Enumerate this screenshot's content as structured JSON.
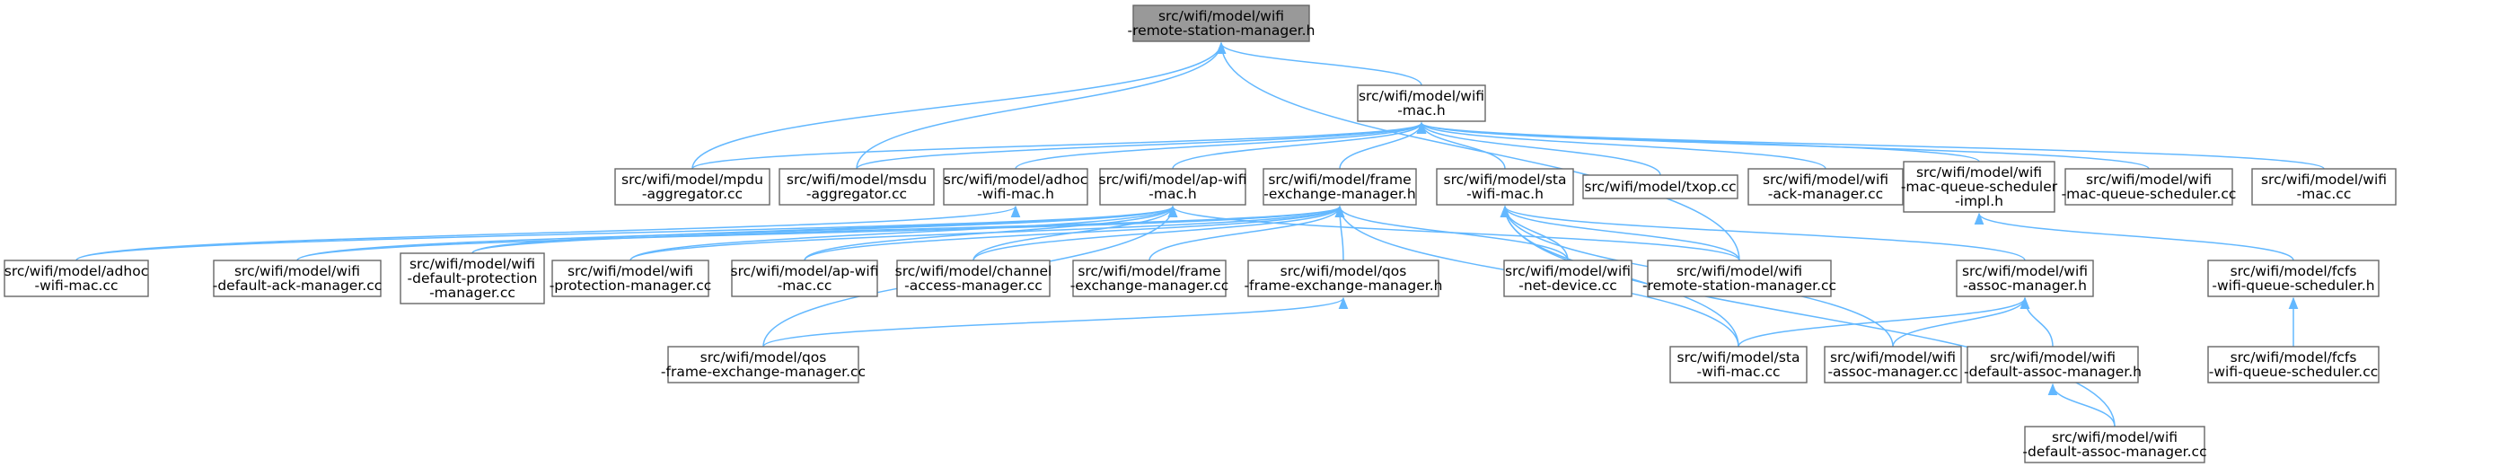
{
  "theme": {
    "edge_color": "#63b8ff",
    "root_fill": "#999999",
    "node_border": "#666666"
  },
  "nodes": {
    "rsm_h": {
      "lines": [
        "src/wifi/model/wifi",
        "-remote-station-manager.h"
      ],
      "root": true
    },
    "mac_h": {
      "lines": [
        "src/wifi/model/wifi",
        "-mac.h"
      ]
    },
    "mpdu_cc": {
      "lines": [
        "src/wifi/model/mpdu",
        "-aggregator.cc"
      ]
    },
    "msdu_cc": {
      "lines": [
        "src/wifi/model/msdu",
        "-aggregator.cc"
      ]
    },
    "adhoc_h": {
      "lines": [
        "src/wifi/model/adhoc",
        "-wifi-mac.h"
      ]
    },
    "apmac_h": {
      "lines": [
        "src/wifi/model/ap-wifi",
        "-mac.h"
      ]
    },
    "fem_h": {
      "lines": [
        "src/wifi/model/frame",
        "-exchange-manager.h"
      ]
    },
    "stamac_h": {
      "lines": [
        "src/wifi/model/sta",
        "-wifi-mac.h"
      ]
    },
    "txop_cc": {
      "lines": [
        "src/wifi/model/txop.cc"
      ]
    },
    "ackmgr_cc": {
      "lines": [
        "src/wifi/model/wifi",
        "-ack-manager.cc"
      ]
    },
    "mqsi_h": {
      "lines": [
        "src/wifi/model/wifi",
        "-mac-queue-scheduler",
        "-impl.h"
      ]
    },
    "mqs_cc": {
      "lines": [
        "src/wifi/model/wifi",
        "-mac-queue-scheduler.cc"
      ]
    },
    "mac_cc": {
      "lines": [
        "src/wifi/model/wifi",
        "-mac.cc"
      ]
    },
    "adhoc_cc": {
      "lines": [
        "src/wifi/model/adhoc",
        "-wifi-mac.cc"
      ]
    },
    "defack_cc": {
      "lines": [
        "src/wifi/model/wifi",
        "-default-ack-manager.cc"
      ]
    },
    "defprot_cc": {
      "lines": [
        "src/wifi/model/wifi",
        "-default-protection",
        "-manager.cc"
      ]
    },
    "prot_cc": {
      "lines": [
        "src/wifi/model/wifi",
        "-protection-manager.cc"
      ]
    },
    "apmac_cc": {
      "lines": [
        "src/wifi/model/ap-wifi",
        "-mac.cc"
      ]
    },
    "channel_cc": {
      "lines": [
        "src/wifi/model/channel",
        "-access-manager.cc"
      ]
    },
    "fem_cc": {
      "lines": [
        "src/wifi/model/frame",
        "-exchange-manager.cc"
      ]
    },
    "qosfem_h": {
      "lines": [
        "src/wifi/model/qos",
        "-frame-exchange-manager.h"
      ]
    },
    "netdev_cc": {
      "lines": [
        "src/wifi/model/wifi",
        "-net-device.cc"
      ]
    },
    "rsm_cc": {
      "lines": [
        "src/wifi/model/wifi",
        "-remote-station-manager.cc"
      ]
    },
    "assoc_h": {
      "lines": [
        "src/wifi/model/wifi",
        "-assoc-manager.h"
      ]
    },
    "fcfs_h": {
      "lines": [
        "src/wifi/model/fcfs",
        "-wifi-queue-scheduler.h"
      ]
    },
    "qosfem_cc": {
      "lines": [
        "src/wifi/model/qos",
        "-frame-exchange-manager.cc"
      ]
    },
    "stamac_cc": {
      "lines": [
        "src/wifi/model/sta",
        "-wifi-mac.cc"
      ]
    },
    "assoc_cc": {
      "lines": [
        "src/wifi/model/wifi",
        "-assoc-manager.cc"
      ]
    },
    "defassoc_h": {
      "lines": [
        "src/wifi/model/wifi",
        "-default-assoc-manager.h"
      ]
    },
    "fcfs_cc": {
      "lines": [
        "src/wifi/model/fcfs",
        "-wifi-queue-scheduler.cc"
      ]
    },
    "defassoc_cc": {
      "lines": [
        "src/wifi/model/wifi",
        "-default-assoc-manager.cc"
      ]
    }
  },
  "edges": [
    [
      "mac_h",
      "rsm_h"
    ],
    [
      "mpdu_cc",
      "rsm_h"
    ],
    [
      "msdu_cc",
      "rsm_h"
    ],
    [
      "rsm_cc",
      "rsm_h"
    ],
    [
      "mpdu_cc",
      "mac_h"
    ],
    [
      "msdu_cc",
      "mac_h"
    ],
    [
      "adhoc_h",
      "mac_h"
    ],
    [
      "apmac_h",
      "mac_h"
    ],
    [
      "fem_h",
      "mac_h"
    ],
    [
      "stamac_h",
      "mac_h"
    ],
    [
      "txop_cc",
      "mac_h"
    ],
    [
      "ackmgr_cc",
      "mac_h"
    ],
    [
      "mqsi_h",
      "mac_h"
    ],
    [
      "mqs_cc",
      "mac_h"
    ],
    [
      "mac_cc",
      "mac_h"
    ],
    [
      "adhoc_cc",
      "adhoc_h"
    ],
    [
      "adhoc_cc",
      "apmac_h"
    ],
    [
      "defack_cc",
      "apmac_h"
    ],
    [
      "defprot_cc",
      "apmac_h"
    ],
    [
      "prot_cc",
      "apmac_h"
    ],
    [
      "apmac_cc",
      "apmac_h"
    ],
    [
      "channel_cc",
      "apmac_h"
    ],
    [
      "qosfem_cc",
      "apmac_h"
    ],
    [
      "rsm_cc",
      "apmac_h"
    ],
    [
      "defack_cc",
      "fem_h"
    ],
    [
      "defprot_cc",
      "fem_h"
    ],
    [
      "prot_cc",
      "fem_h"
    ],
    [
      "apmac_cc",
      "fem_h"
    ],
    [
      "channel_cc",
      "fem_h"
    ],
    [
      "fem_cc",
      "fem_h"
    ],
    [
      "qosfem_h",
      "fem_h"
    ],
    [
      "netdev_cc",
      "fem_h"
    ],
    [
      "stamac_cc",
      "fem_h"
    ],
    [
      "netdev_cc",
      "stamac_h"
    ],
    [
      "rsm_cc",
      "stamac_h"
    ],
    [
      "assoc_h",
      "stamac_h"
    ],
    [
      "stamac_cc",
      "stamac_h"
    ],
    [
      "assoc_cc",
      "stamac_h"
    ],
    [
      "defassoc_cc",
      "stamac_h"
    ],
    [
      "qosfem_cc",
      "qosfem_h"
    ],
    [
      "stamac_cc",
      "assoc_h"
    ],
    [
      "assoc_cc",
      "assoc_h"
    ],
    [
      "defassoc_h",
      "assoc_h"
    ],
    [
      "defassoc_cc",
      "defassoc_h"
    ],
    [
      "fcfs_h",
      "mqsi_h"
    ],
    [
      "fcfs_cc",
      "fcfs_h"
    ]
  ]
}
